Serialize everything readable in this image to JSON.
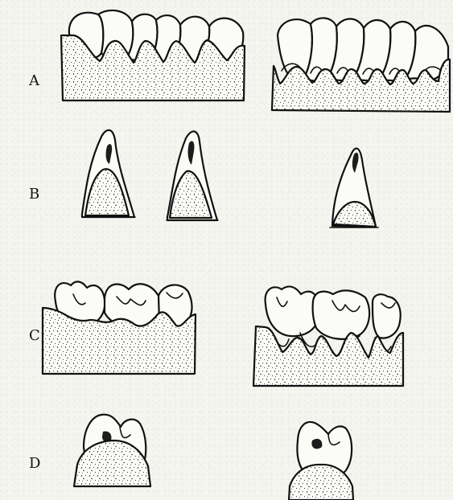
{
  "labels": {
    "row_a": "A",
    "row_b": "B",
    "row_c": "C",
    "row_d": "D"
  }
}
